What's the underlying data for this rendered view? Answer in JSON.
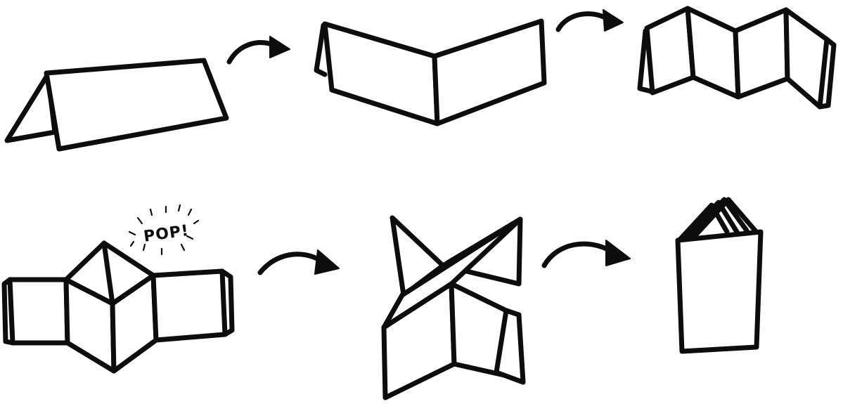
{
  "diagram": {
    "steps": [
      {
        "id": "step-1",
        "description_hidden": ""
      },
      {
        "id": "step-2"
      },
      {
        "id": "step-3"
      },
      {
        "id": "step-4"
      },
      {
        "id": "step-5"
      },
      {
        "id": "step-6"
      }
    ],
    "pop_label": "POP!"
  },
  "colors": {
    "ink": "#0d0d0d",
    "paper": "#fefefe"
  }
}
